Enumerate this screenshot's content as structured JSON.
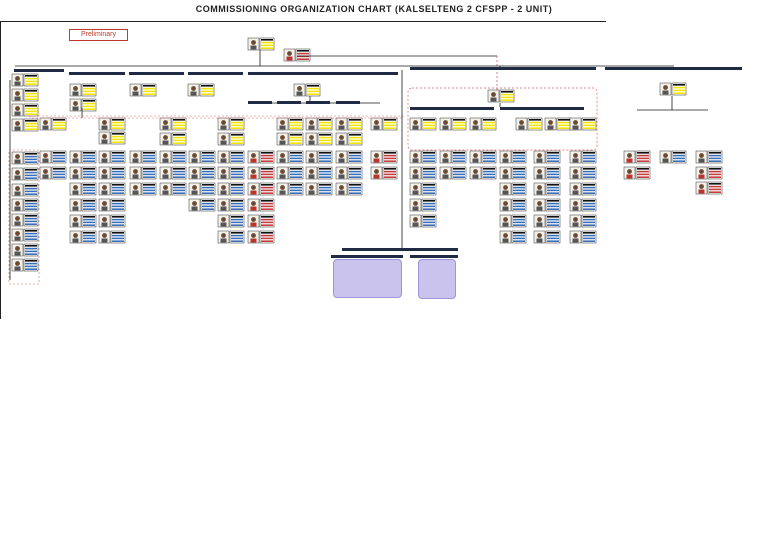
{
  "title": "COMMISSIONING ORGANIZATION CHART (KALSELTENG 2 CFSPP - 2 UNIT)",
  "preliminary_label": "Preliminary",
  "colors": {
    "line": "#1a1a1a",
    "dashed_region": "#e06060",
    "header_fill": "#1f2a44",
    "yellow_card": "#f2e600",
    "blue_card": "#3a6fb5",
    "red_card": "#c43c3c",
    "summary_fill": "#c9c3ee"
  },
  "icon_names": [
    "person-photo-icon",
    "name-card-icon",
    "legend-swatch-icon"
  ],
  "summary_boxes": [
    {
      "name": "summary-box-left"
    },
    {
      "name": "summary-box-right"
    }
  ]
}
